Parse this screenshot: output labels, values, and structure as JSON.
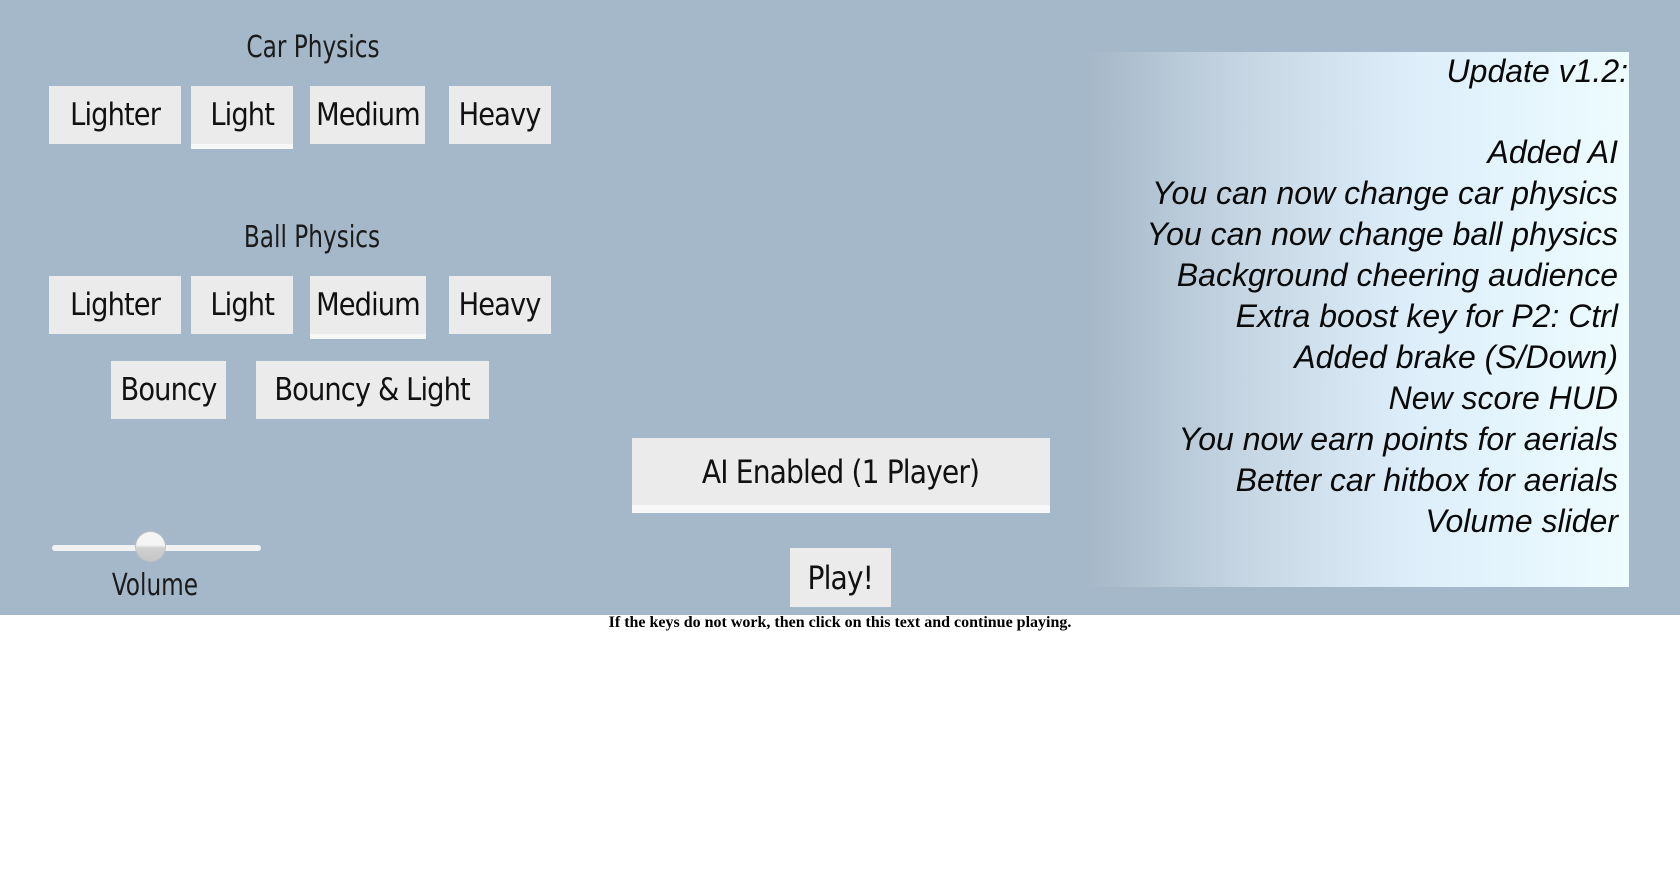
{
  "car_physics": {
    "title": "Car Physics",
    "options": [
      "Lighter",
      "Light",
      "Medium",
      "Heavy"
    ],
    "selected": "Light"
  },
  "ball_physics": {
    "title": "Ball Physics",
    "options": [
      "Lighter",
      "Light",
      "Medium",
      "Heavy",
      "Bouncy",
      "Bouncy & Light"
    ],
    "selected": "Medium"
  },
  "ai_button": {
    "label": "AI Enabled (1 Player)"
  },
  "play_button": {
    "label": "Play!"
  },
  "volume": {
    "label": "Volume",
    "level": 0.47
  },
  "update": {
    "title": "Update v1.2:",
    "lines": [
      "Added AI",
      "You can now change car physics",
      "You can now change ball physics",
      "Background cheering audience",
      "Extra boost key for P2: Ctrl",
      "Added brake (S/Down)",
      "New score HUD",
      "You now earn points for aerials",
      "Better car hitbox for aerials",
      "Volume slider"
    ]
  },
  "keys_note": "If the keys do not work, then click on this text and continue playing."
}
